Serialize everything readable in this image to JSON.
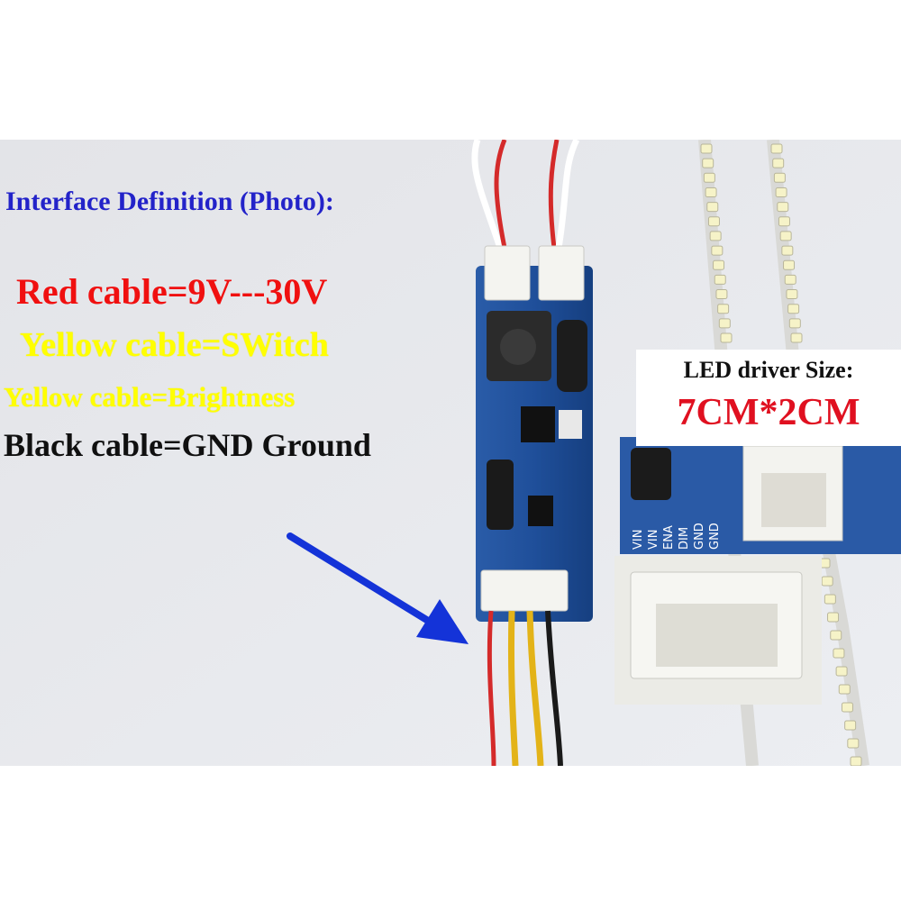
{
  "labels": {
    "title": "Interface Definition (Photo):",
    "red_cable": "Red cable=9V---30V",
    "yellow_switch": "Yellow cable=SWitch",
    "yellow_brightness": "Yellow cable=Brightness",
    "black_cable": "Black cable=GND Ground"
  },
  "inset": {
    "size_label": "LED driver Size:",
    "dimensions": "7CM*2CM",
    "pins": [
      "VIN",
      "VIN",
      "ENA",
      "DIM",
      "GND",
      "GND"
    ]
  },
  "colors": {
    "background": "#e6e7eb",
    "title_text": "#2323c9",
    "red_text": "#f01010",
    "yellow_text": "#ffff00",
    "black_text": "#101010",
    "dimension_text": "#e01020",
    "pcb": "#1f4f9a",
    "arrow": "#1433d8"
  },
  "icons": [
    "arrow-icon",
    "connector-icon",
    "inductor-icon",
    "capacitor-icon"
  ]
}
